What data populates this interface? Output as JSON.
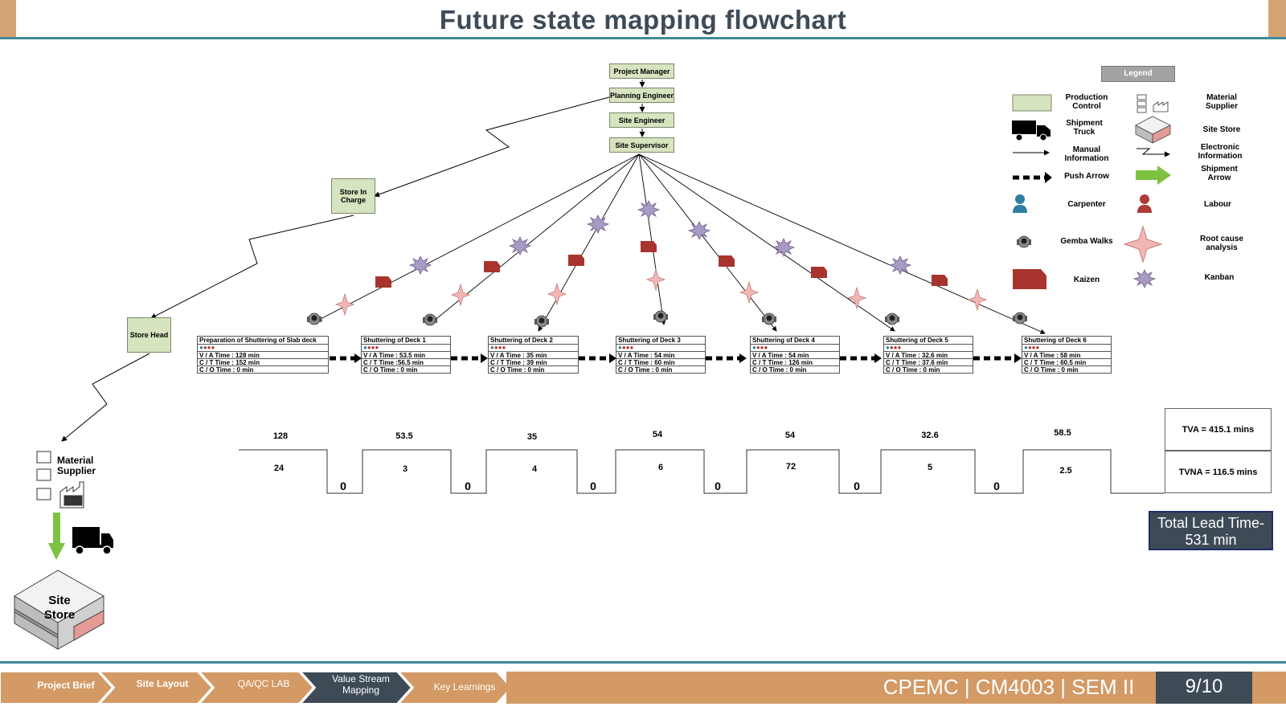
{
  "title": "Future state mapping flowchart",
  "org_chart": {
    "project_manager": "Project Manager",
    "planning_engineer": "Planning Engineer",
    "site_engineer": "Site Engineer",
    "site_supervisor": "Site Supervisor",
    "store_in_charge": "Store In Charge",
    "store_head": "Store Head"
  },
  "processes": [
    {
      "name": "Preparation of Shuttering of Slab deck",
      "va": "V / A Time : 128 min",
      "ct": "C / T Time : 152 min",
      "co": "C / O Time : 0 min"
    },
    {
      "name": "Shuttering of Deck 1",
      "va": "V / A Time : 53.5 min",
      "ct": "C / T Time :56.5 min",
      "co": "C / O Time : 0 min"
    },
    {
      "name": "Shuttering of Deck 2",
      "va": "V / A Time : 35 min",
      "ct": "C / T Time : 39 min",
      "co": "C / O Time : 0 min"
    },
    {
      "name": "Shuttering of Deck 3",
      "va": "V / A Time : 54 min",
      "ct": "C / T Time : 60 min",
      "co": "C / O Time : 0 min"
    },
    {
      "name": "Shuttering of Deck 4",
      "va": "V / A Time : 54 min",
      "ct": "C / T Time : 126 min",
      "co": "C / O Time : 0 min"
    },
    {
      "name": "Shuttering of Deck 5",
      "va": "V / A Time : 32.6 min",
      "ct": "C / T Time : 37.6 min",
      "co": "C / O Time : 0 min"
    },
    {
      "name": "Shuttering of Deck 6",
      "va": "V / A Time : 58 min",
      "ct": "C / T Time : 60.5 min",
      "co": "C / O Time : 0 min"
    }
  ],
  "timeline": {
    "va_values": [
      "128",
      "53.5",
      "35",
      "54",
      "54",
      "32.6",
      "58.5"
    ],
    "nva_values": [
      "24",
      "3",
      "4",
      "6",
      "72",
      "5",
      "2.5"
    ],
    "wait_values": [
      "0",
      "0",
      "0",
      "0",
      "0",
      "0"
    ],
    "tva": "TVA = 415.1 mins",
    "tvna": "TVNA = 116.5 mins"
  },
  "total_lead_time": "Total Lead Time- 531 min",
  "material_supplier": "Material Supplier",
  "site_store": "Site Store",
  "legend": {
    "heading": "Legend",
    "items": {
      "production_control": "Production Control",
      "material_supplier": "Material Supplier",
      "shipment_truck": "Shipment Truck",
      "site_store": "Site Store",
      "manual_information": "Manual Information",
      "electronic_information": "Electronic Information",
      "push_arrow": "Push Arrow",
      "shipment_arrow": "Shipment Arrow",
      "carpenter": "Carpenter",
      "labour": "Labour",
      "gemba_walks": "Gemba Walks",
      "root_cause": "Root cause analysis",
      "kaizen": "Kaizen",
      "kanban": "Kanban"
    }
  },
  "colors": {
    "carpenter": "#2e7fa0",
    "labour": "#b03a35",
    "kaizen": "#a8342e",
    "root_cause": "#f2b7b4",
    "kanban": "#a99ac4",
    "production_control": "#d6e4bf",
    "shipment_arrow": "#7dc242"
  },
  "footer": {
    "nav": [
      "Project Brief",
      "Site Layout",
      "QA/QC LAB",
      "Value Stream Mapping",
      "Key Learnings"
    ],
    "active": "Value Stream Mapping",
    "course": "CPEMC | CM4003 | SEM II",
    "page": "9/10"
  }
}
